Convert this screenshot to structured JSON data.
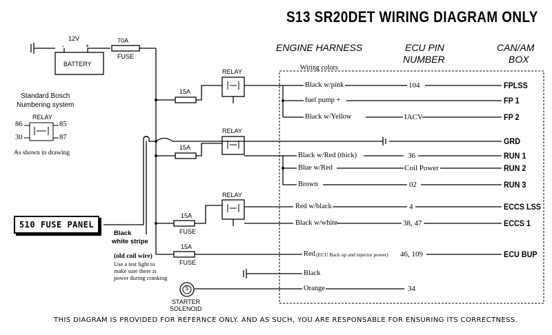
{
  "title": "S13 SR20DET WIRING DIAGRAM ONLY",
  "headers": {
    "engine_harness": "ENGINE HARNESS",
    "ecu_pin_line1": "ECU PIN",
    "ecu_pin_line2": "NUMBER",
    "canam_line1": "CAN/AM",
    "canam_line2": "BOX",
    "wiring_colors": "Wiring colors"
  },
  "battery": {
    "voltage": "12V",
    "label": "BATTERY",
    "minus": "-",
    "plus": "+"
  },
  "main_fuse": {
    "rating": "70A",
    "label": "FUSE"
  },
  "legend": {
    "title_line1": "Standard Bosch",
    "title_line2": "Numbering system",
    "relay_label": "RELAY",
    "pin86": "86",
    "pin85": "85",
    "pin30": "30",
    "pin87": "87",
    "note": "As shown in drawing"
  },
  "relays": [
    "RELAY",
    "RELAY",
    "RELAY"
  ],
  "fuses": [
    {
      "rating": "15A",
      "label": ""
    },
    {
      "rating": "15A",
      "label": ""
    },
    {
      "rating": "15A",
      "label": "FUSE"
    },
    {
      "rating": "15A",
      "label": "FUSE"
    }
  ],
  "fuse_panel": "510 FUSE PANEL",
  "fuse_panel_wire_line1": "Black",
  "fuse_panel_wire_line2": "white stripe",
  "old_coil": {
    "line1": "(old coil wire)",
    "line2": "Use a test light to",
    "line3": "make sure there is",
    "line4": "power during cranking"
  },
  "starter": {
    "symbol": "S",
    "line1": "STARTER",
    "line2": "SOLENOID"
  },
  "connections": [
    {
      "wire": "Black w/pink",
      "pin": "104",
      "out": "FPLSS"
    },
    {
      "wire": "fuel pump +",
      "pin": "",
      "out": "FP 1"
    },
    {
      "wire": "Black w/Yellow",
      "pin": "IACV",
      "out": "FP 2"
    },
    {
      "wire": "",
      "pin": "",
      "out": "GRD"
    },
    {
      "wire": "Black w/Red (thick)",
      "pin": "36",
      "out": "RUN 1"
    },
    {
      "wire": "Blue w/Red",
      "pin": "Coil Power",
      "out": "RUN 2"
    },
    {
      "wire": "Brown",
      "pin": "02",
      "out": "RUN 3"
    },
    {
      "wire": "Red w/black",
      "pin": "4",
      "out": "ECCS LSS"
    },
    {
      "wire": "Black w/white",
      "pin": "38, 47",
      "out": "ECCS 1"
    },
    {
      "wire": "Red",
      "wire_note": "(ECU Back up and injector power)",
      "pin": "46, 109",
      "out": "ECU BUP"
    },
    {
      "wire": "Black",
      "pin": "",
      "out": ""
    },
    {
      "wire": "Orange",
      "pin": "34",
      "out": ""
    }
  ],
  "footer": "THIS DIAGRAM IS PROVIDED FOR REFERNCE ONLY. AND AS SUCH, YOU ARE RESPONSABLE FOR ENSURING ITS CORRECTNESS."
}
